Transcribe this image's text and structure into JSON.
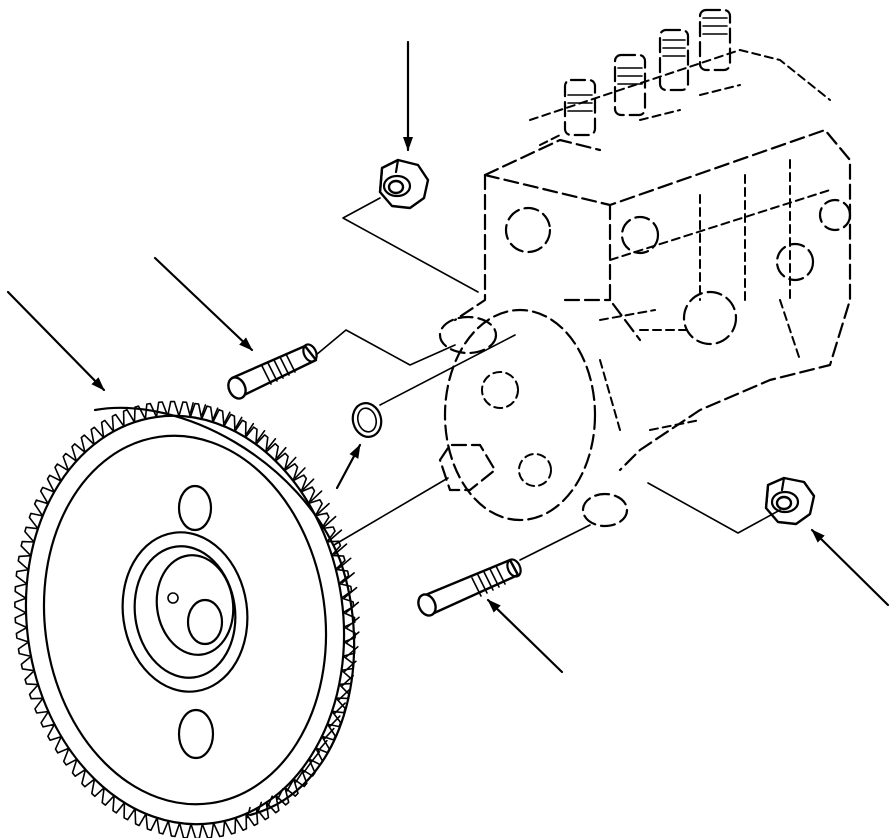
{
  "diagram": {
    "background_color": "#ffffff",
    "ink_color": "#000000",
    "parts": [
      {
        "name": "injection-pump"
      },
      {
        "name": "drive-gear"
      },
      {
        "name": "flange-nut-upper"
      },
      {
        "name": "flange-nut-lower"
      },
      {
        "name": "stud-upper"
      },
      {
        "name": "stud-lower"
      },
      {
        "name": "o-ring"
      }
    ],
    "callout_arrows": 6
  }
}
